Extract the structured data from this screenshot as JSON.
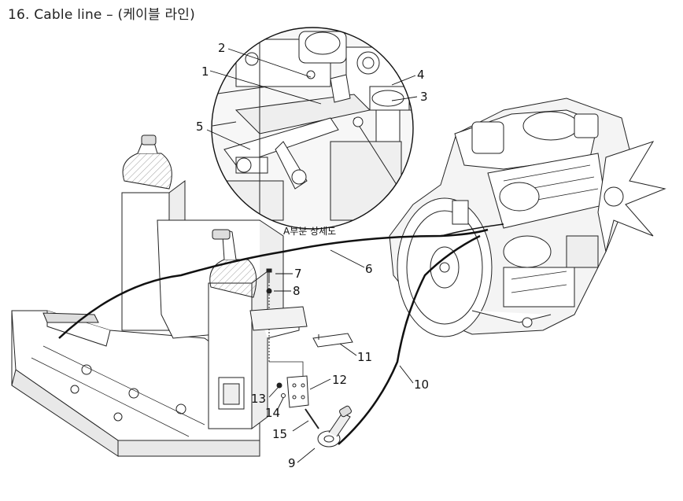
{
  "title": "16. Cable line – (케이블 라인)",
  "detail_caption": "A부분 상세도",
  "callouts": [
    "1",
    "2",
    "3",
    "4",
    "5",
    "6",
    "7",
    "8",
    "9",
    "10",
    "11",
    "12",
    "13",
    "14",
    "15"
  ]
}
